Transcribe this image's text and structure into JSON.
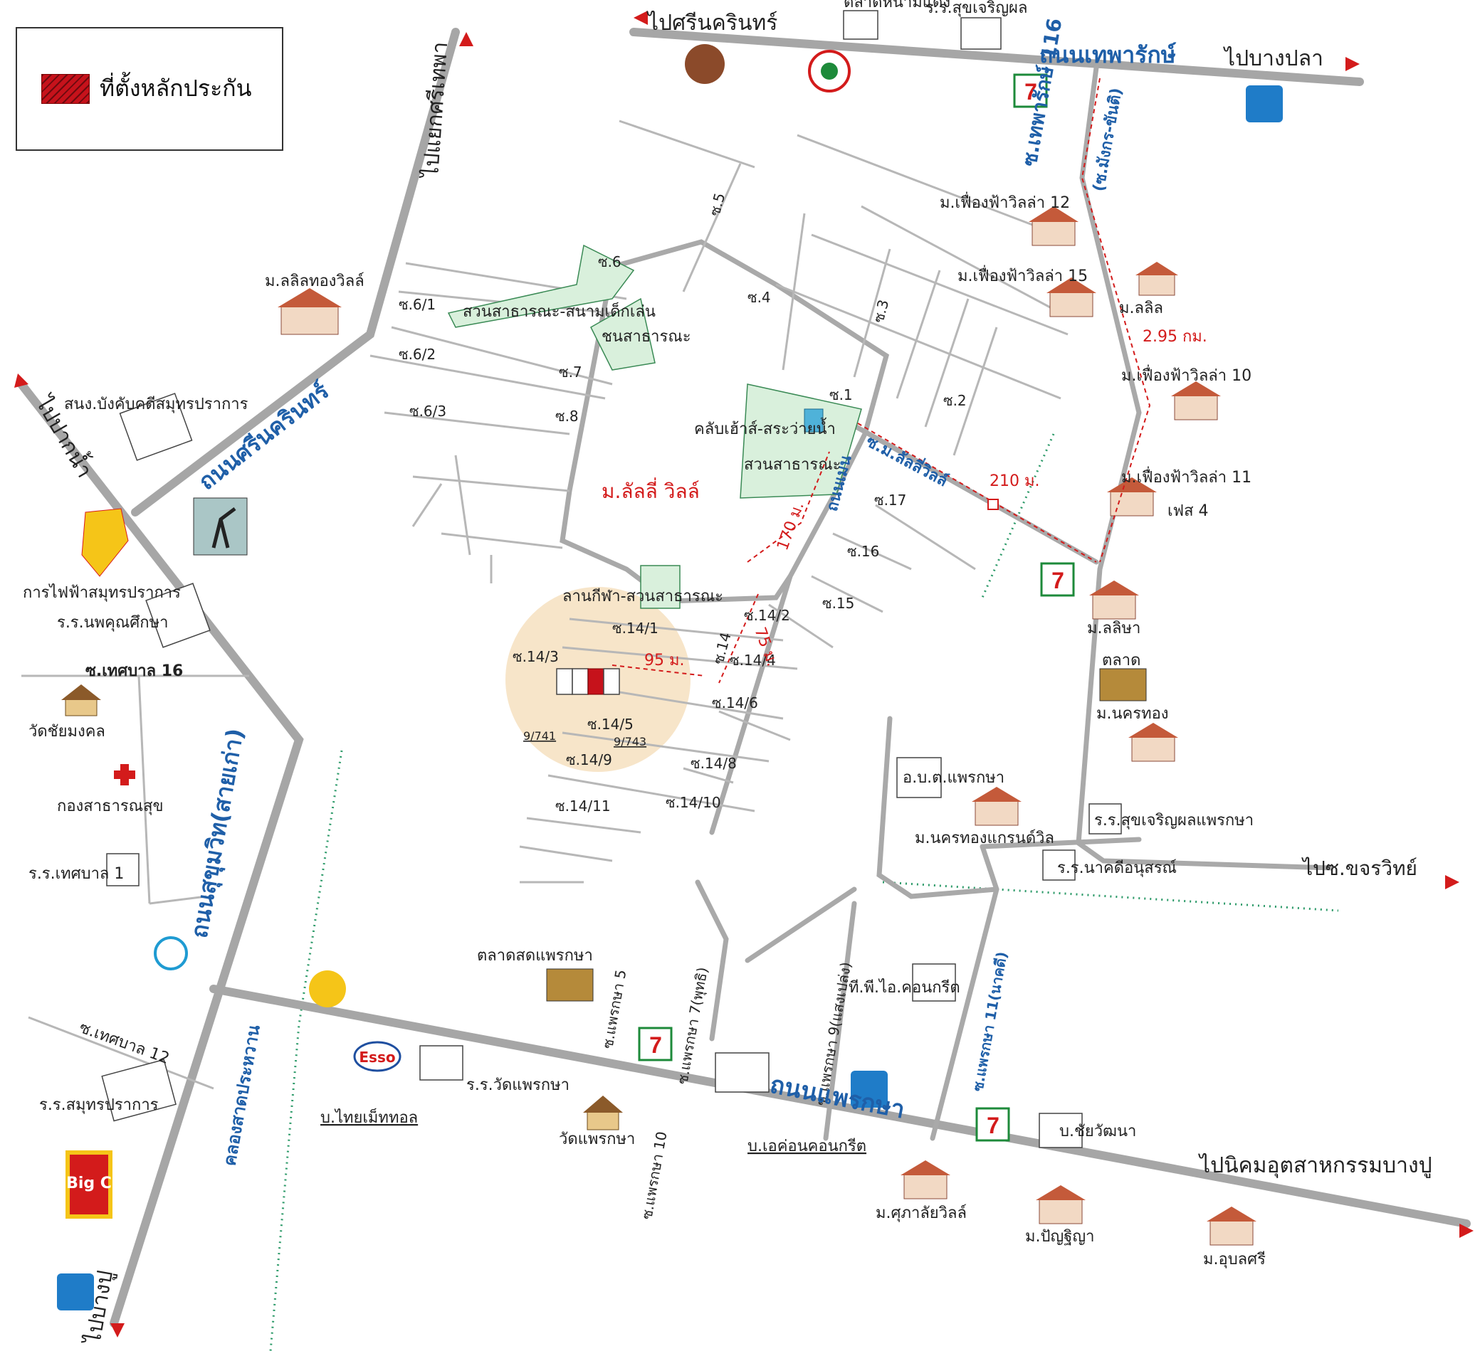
{
  "legend": {
    "label": "ที่ตั้งหลักประกัน",
    "color": "#c6121b"
  },
  "roads": {
    "theparak": "ถนนเทพารักษ์",
    "srinakarin": "ถนนศรีนครินทร์",
    "sukhumvit": "ถนนสุขุมวิท(สายเก่า)",
    "phraeksa": "ถนนแพรกษา",
    "lalli": "ซ.ม.ลัลลี่วิลล์",
    "lalli_main": "ถนนเมน",
    "theparak116": "ซ.เทพารักษ์ 116",
    "mangkorn": "(ซ.มังกร-ขันติ)",
    "phraeksa5": "ซ.แพรกษา 5",
    "phraeksa7": "ซ.แพรกษา 7(พุทธิ)",
    "phraeksa9": "ซ.แพรกษา 9(แสงเปล่ง)",
    "phraeksa10": "ซ.แพรกษา 10",
    "phraeksa11": "ซ.แพรกษา 11(นาคดี)",
    "thetsaban16": "ซ.เทศบาล 16",
    "thetsaban12": "ซ.เทศบาล 12",
    "canal": "คลองสาดประหวาน"
  },
  "directions": {
    "to_srinakarin": "ไปศรีนครินทร์",
    "to_bangpla": "ไปบางปลา",
    "to_yaek_srithepha": "ไปแยกศรีเทพา",
    "to_paknam": "ไปปากน้ำ",
    "to_bangpu": "ไปบางปู",
    "to_khachonwit": "ไปซ.ขจรวิทย์",
    "to_nikhom": "ไปนิคมอุตสาหกรรมบางปู"
  },
  "places": {
    "market_nam_daeng": "ตลาดหนามแดง",
    "school_sukcharoen": "ร.ร.สุขเจริญผล",
    "fueangfa12": "ม.เฟื่องฟ้าวิลล่า 12",
    "fueangfa15": "ม.เฟื่องฟ้าวิลล่า 15",
    "lalin": "ม.ลลิล",
    "fueangfa10": "ม.เฟื่องฟ้าวิลล่า 10",
    "fueangfa11": "ม.เฟื่องฟ้าวิลล่า 11",
    "phase4": "เฟส 4",
    "lalisa": "ม.ลลิษา",
    "market": "ตลาด",
    "nakhonthong": "ม.นครทอง",
    "obt": "อ.บ.ต.แพรกษา",
    "nakhonthong_garden": "ม.นครทองแกรนด์วิล",
    "school_sukcharoen2": "ร.ร.สุขเจริญผลแพรกษา",
    "school_nakdi": "ร.ร.นาคดีอนุสรณ์",
    "tpi": "ที.พี.ไอ.คอนกรีต",
    "chaiwatthana": "บ.ชัยวัฒนา",
    "supalai": "ม.ศุภาลัยวิลล์",
    "panya": "ม.ปัญฐิญา",
    "ubonsri": "ม.อุบลศรี",
    "aecon": "บ.เอค่อนคอนกรีต",
    "wat_phraeksa": "วัดแพรกษา",
    "school_wat": "ร.ร.วัดแพรกษา",
    "thai_metal": "บ.ไทยเม็ททอล",
    "fresh_market": "ตลาดสดแพรกษา",
    "school_samutprakan": "ร.ร.สมุทรปราการ",
    "school_thetsaban1": "ร.ร.เทศบาล 1",
    "health": "กองสาธารณสุข",
    "wat_chai": "วัดชัยมงคล",
    "school_phakhun": "ร.ร.นพคุณศึกษา",
    "electricity": "การไฟฟ้าสมุทรปราการ",
    "court": "สนง.บังคับคดีสมุทรปราการ",
    "lalinthong": "ม.ลลิลทองวิลล์",
    "park1": "สวนสาธารณะ-สนามเด็กเล่น",
    "park1b": "ชนสาธารณะ",
    "club": "คลับเฮ้าส์-สระว่ายน้ำ",
    "park2": "สวนสาธารณะ",
    "project": "ม.ลัลลี่ วิลล์",
    "sport": "ลานกีฬา-สวนสาธารณะ"
  },
  "sois": [
    "ซ.6",
    "ซ.5",
    "ซ.4",
    "ซ.3",
    "ซ.2",
    "ซ.1",
    "ซ.6/1",
    "ซ.6/2",
    "ซ.6/3",
    "ซ.7",
    "ซ.8",
    "ซ.17",
    "ซ.16",
    "ซ.15",
    "ซ.14/2",
    "ซ.14/1",
    "ซ.14/3",
    "ซ.14",
    "ซ.14/4",
    "ซ.14/6",
    "ซ.14/5",
    "ซ.14/9",
    "ซ.14/8",
    "ซ.14/10",
    "ซ.14/11"
  ],
  "lots": {
    "left": "9/741",
    "right": "9/743"
  },
  "distances": {
    "d295": "2.95 กม.",
    "d210": "210 ม.",
    "d170": "170 ม.",
    "d75": "75 ม.",
    "d95": "95 ม."
  },
  "brands": {
    "esso": "Esso",
    "seven": "7-ELEVEN",
    "bigc": "Big C"
  }
}
